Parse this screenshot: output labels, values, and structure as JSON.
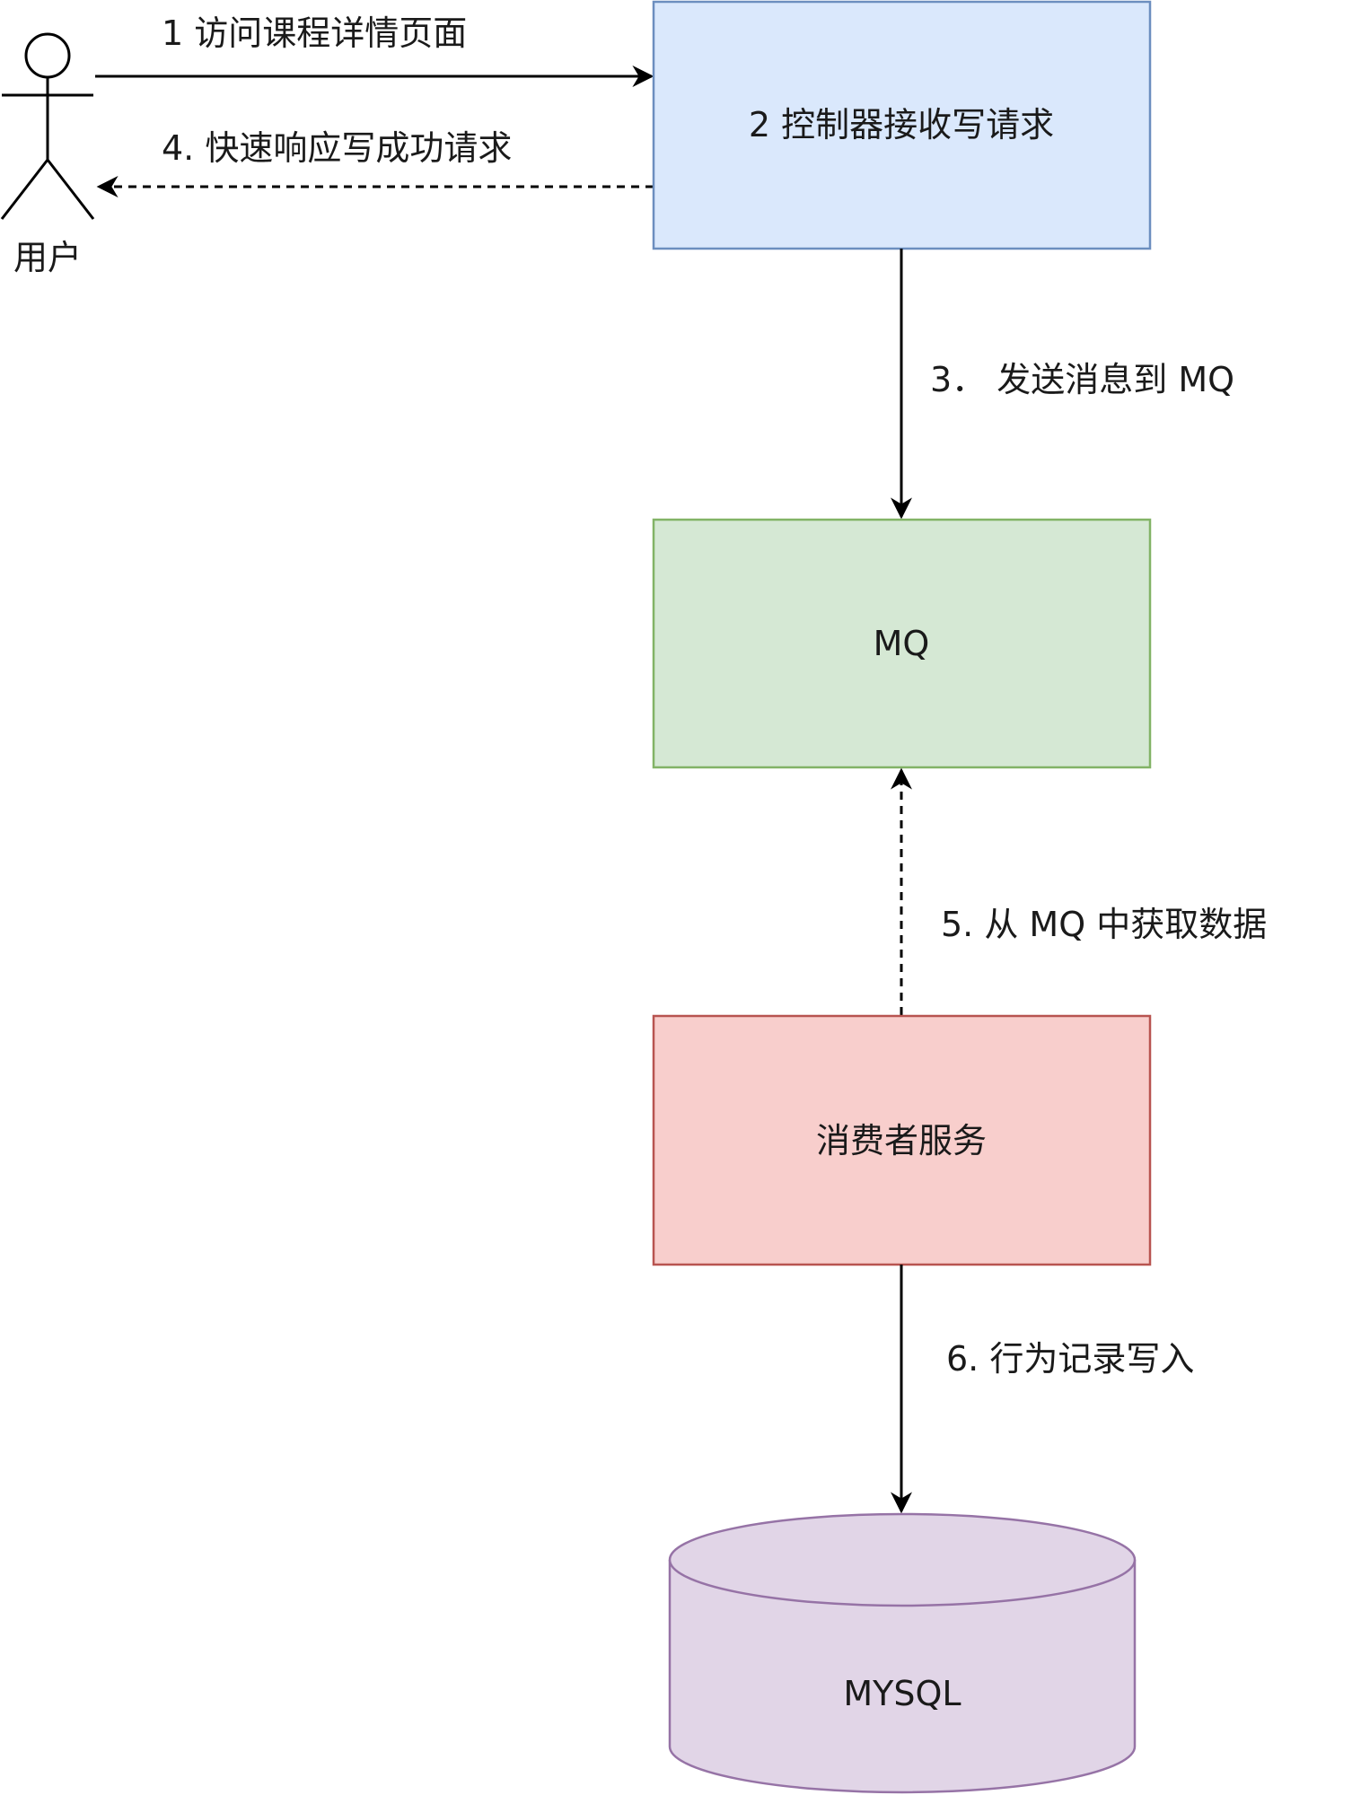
{
  "actor": {
    "label": "用户"
  },
  "nodes": {
    "controller": {
      "label": "2 控制器接收写请求",
      "fill": "#dae8fc",
      "stroke": "#6c8ebf"
    },
    "mq": {
      "label": "MQ",
      "fill": "#d5e8d4",
      "stroke": "#82b366"
    },
    "consumer": {
      "label": "消费者服务",
      "fill": "#f8cecc",
      "stroke": "#b85450"
    },
    "mysql": {
      "label": "MYSQL",
      "fill": "#e1d5e7",
      "stroke": "#9673a6"
    }
  },
  "edges": {
    "visit": {
      "label": "1 访问课程详情页面",
      "style": "solid"
    },
    "respond": {
      "label": "4. 快速响应写成功请求",
      "style": "dashed"
    },
    "send": {
      "label": "3． 发送消息到 MQ",
      "style": "solid"
    },
    "fetch": {
      "label": "5. 从 MQ 中获取数据",
      "style": "dashed"
    },
    "write": {
      "label": "6. 行为记录写入",
      "style": "solid"
    }
  }
}
